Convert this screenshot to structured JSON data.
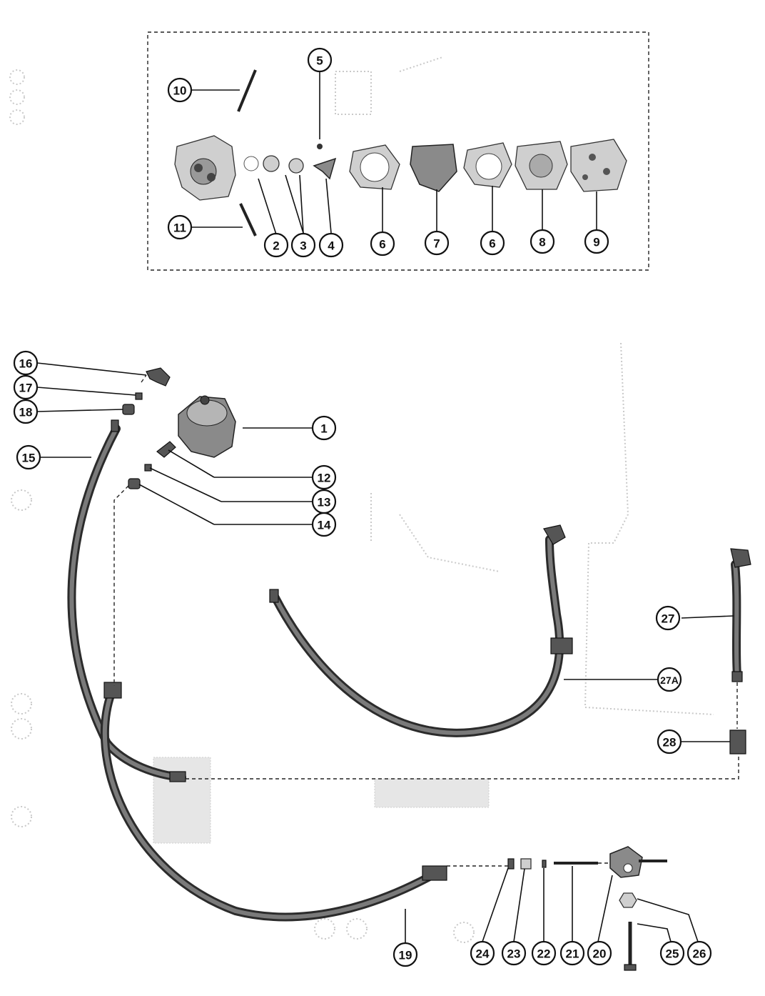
{
  "callouts": {
    "c1": "1",
    "c2": "2",
    "c3": "3",
    "c4": "4",
    "c5": "5",
    "c6a": "6",
    "c6b": "6",
    "c7": "7",
    "c8": "8",
    "c9": "9",
    "c10": "10",
    "c11": "11",
    "c12": "12",
    "c13": "13",
    "c14": "14",
    "c15": "15",
    "c16": "16",
    "c17": "17",
    "c18": "18",
    "c19": "19",
    "c20": "20",
    "c21": "21",
    "c22": "22",
    "c23": "23",
    "c24": "24",
    "c25": "25",
    "c26": "26",
    "c27": "27",
    "c27a": "27A",
    "c28": "28"
  }
}
